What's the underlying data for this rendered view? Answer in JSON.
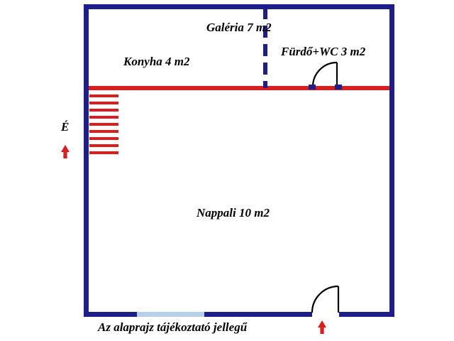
{
  "plan": {
    "title_caption": "Az alaprajz tájékoztató jellegű",
    "compass_label": "É",
    "colors": {
      "wall": "#1d1d8c",
      "interior_wall": "#e01b1b",
      "window": "#b7d0e9",
      "door_arc": "#000000",
      "arrow": "#e01b1b",
      "background": "#ffffff"
    },
    "rooms": [
      {
        "name": "galeria",
        "label": "Galéria 7 m2",
        "area_m2": 7
      },
      {
        "name": "konyha",
        "label": "Konyha 4 m2",
        "area_m2": 4
      },
      {
        "name": "furdo-wc",
        "label": "Fürdő+WC 3 m2",
        "area_m2": 3
      },
      {
        "name": "nappali",
        "label": "Nappali 10 m2",
        "area_m2": 10
      }
    ],
    "features": {
      "stairs_step_count": 9,
      "entrance_door": "entrance-door",
      "bathroom_door": "bathroom-door",
      "window_segment": "bottom-window",
      "partition": "dashed-partition"
    }
  }
}
